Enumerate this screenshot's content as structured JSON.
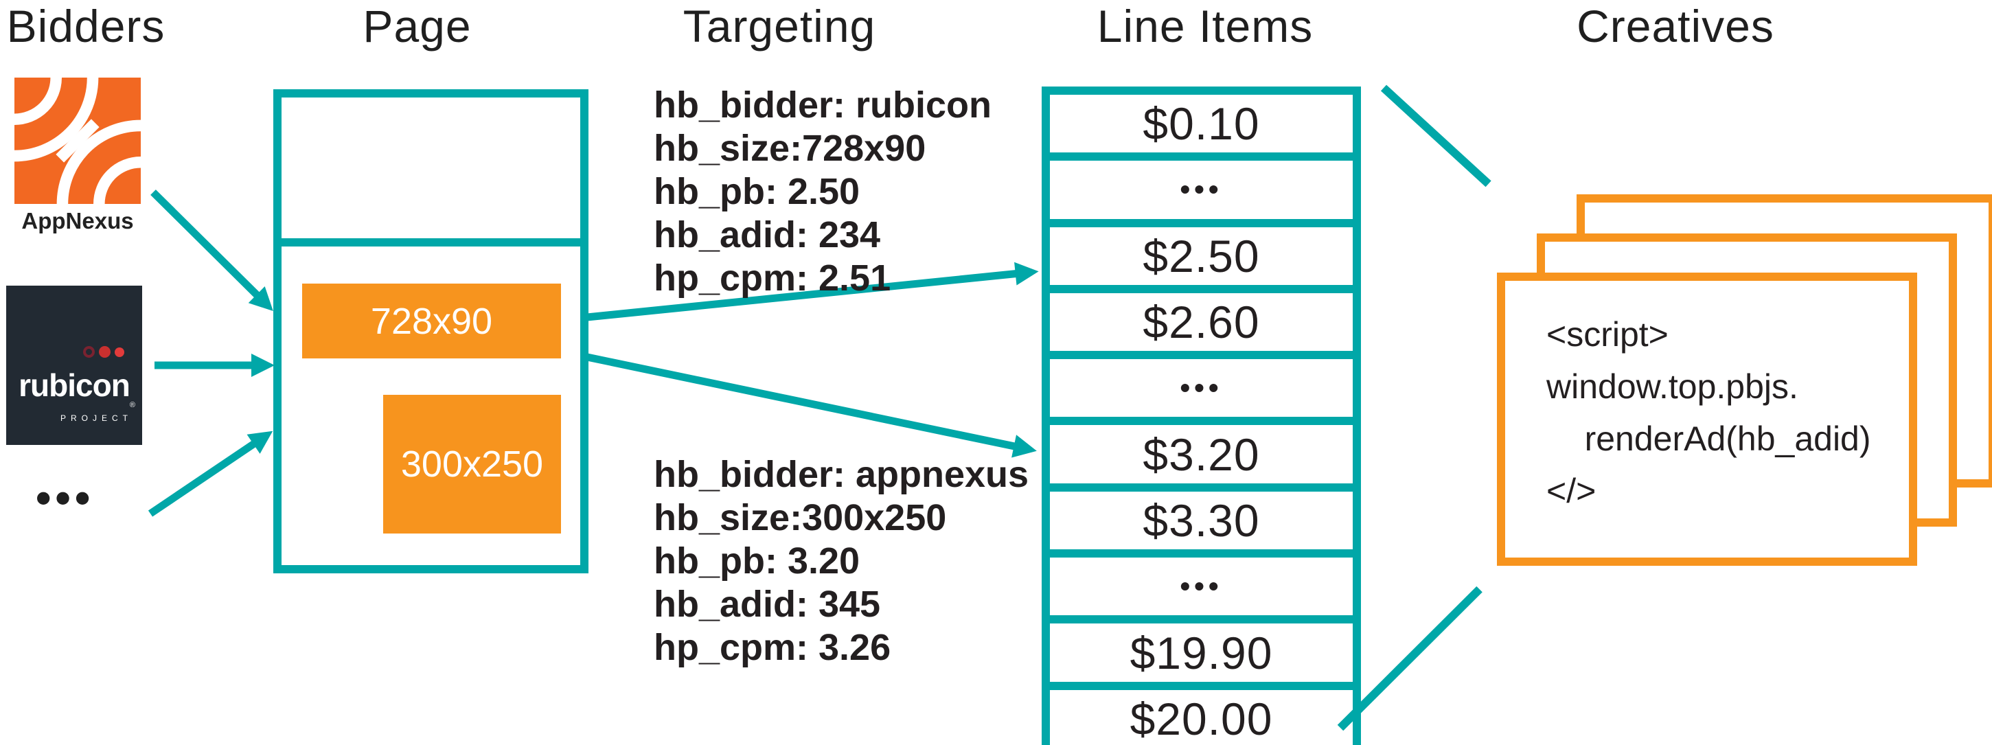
{
  "titles": {
    "bidders": "Bidders",
    "page": "Page",
    "targeting": "Targeting",
    "line_items": "Line Items",
    "creatives": "Creatives"
  },
  "bidders": {
    "appnexus_label": "AppNexus",
    "rubicon_word": "rubicon",
    "rubicon_reg": "®",
    "rubicon_project": "PROJECT",
    "ellipsis": "•••"
  },
  "page": {
    "slot_728": "728x90",
    "slot_300": "300x250"
  },
  "targeting": {
    "rubicon_block": [
      "hb_bidder: rubicon",
      "hb_size:728x90",
      "hb_pb: 2.50",
      "hb_adid: 234",
      "hp_cpm: 2.51"
    ],
    "appnexus_block": [
      "hb_bidder: appnexus",
      "hb_size:300x250",
      "hb_pb: 3.20",
      "hb_adid: 345",
      "hp_cpm: 3.26"
    ]
  },
  "line_items": {
    "rows": [
      "$0.10",
      "•••",
      "$2.50",
      "$2.60",
      "•••",
      "$3.20",
      "$3.30",
      "•••",
      "$19.90",
      "$20.00"
    ]
  },
  "creatives": {
    "script_code": "<script>\nwindow.top.pbjs.\n    renderAd(hb_adid)\n</>"
  },
  "colors": {
    "teal": "#00a7a8",
    "orange": "#f7941e",
    "text_dark": "#231f20",
    "appnexus_orange": "#f26822",
    "rubicon_bg": "#222a33",
    "rubicon_red_bright": "#e23b3b",
    "rubicon_red_mid": "#c9302f",
    "rubicon_red_dark": "#7a2230"
  }
}
